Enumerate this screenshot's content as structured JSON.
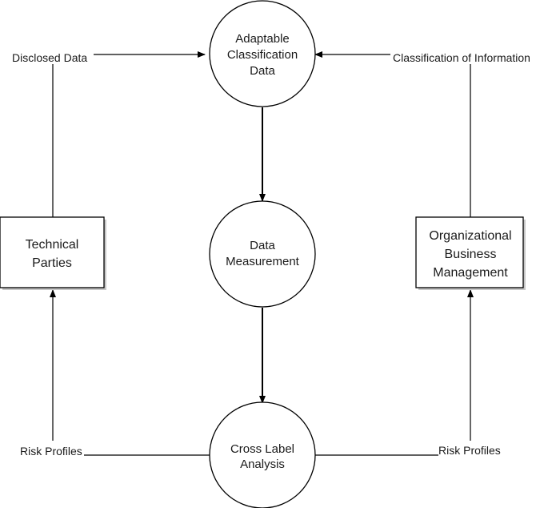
{
  "processes": {
    "classification": {
      "line1": "Adaptable",
      "line2": "Classification",
      "line3": "Data"
    },
    "measurement": {
      "line1": "Data",
      "line2": "Measurement"
    },
    "cross_label": {
      "line1": "Cross Label",
      "line2": "Analysis"
    }
  },
  "entities": {
    "technical": {
      "line1": "Technical",
      "line2": "Parties"
    },
    "organizational": {
      "line1": "Organizational",
      "line2": "Business",
      "line3": "Management"
    }
  },
  "flows": {
    "disclosed_data": "Disclosed Data",
    "classification_info": "Classification of Information",
    "risk_left": "Risk Profiles",
    "risk_right": "Risk Profiles"
  }
}
